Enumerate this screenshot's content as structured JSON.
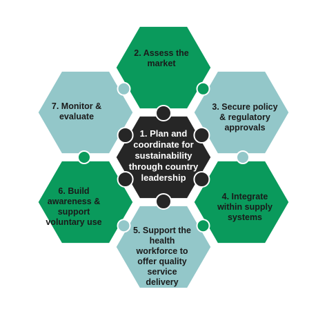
{
  "colors": {
    "dark_green": "#0a9a5c",
    "light_teal": "#93c7c9",
    "center": "#262626",
    "outline": "#ffffff"
  },
  "pieces": [
    {
      "id": "center",
      "label": "1. Plan and\ncoordinate for\nsustainability\nthrough country\nleadership",
      "fill": "center"
    },
    {
      "id": "top",
      "label": "2. Assess the\nmarket",
      "fill": "dark_green"
    },
    {
      "id": "top_right",
      "label": "3. Secure policy\n& regulatory\napprovals",
      "fill": "light_teal"
    },
    {
      "id": "bottom_right",
      "label": "4. Integrate\nwithin supply\nsystems",
      "fill": "dark_green"
    },
    {
      "id": "bottom",
      "label": "5. Support the\nhealth\nworkforce to\noffer quality\nservice\ndelivery",
      "fill": "light_teal"
    },
    {
      "id": "bottom_left",
      "label": "6. Build\nawareness &\nsupport\nvoluntary use",
      "fill": "dark_green"
    },
    {
      "id": "top_left",
      "label": "7. Monitor &\nevaluate",
      "fill": "light_teal"
    }
  ]
}
